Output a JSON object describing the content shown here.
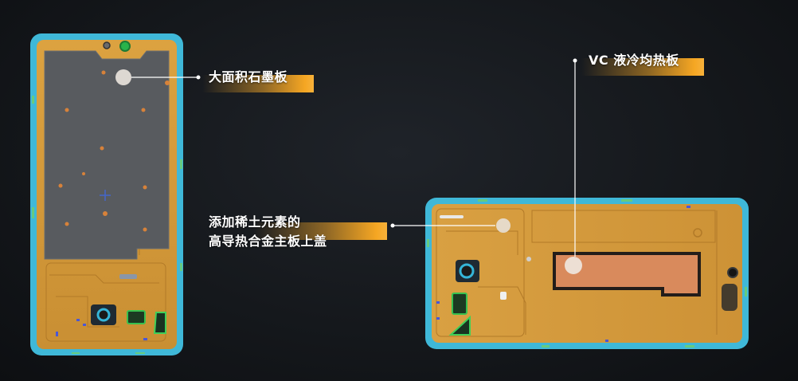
{
  "callouts": {
    "graphite": "大面积石墨板",
    "vc": "VC 液冷均热板",
    "alloy_line1": "添加稀土元素的",
    "alloy_line2": "高导热合金主板上盖"
  },
  "colors": {
    "frame_cyan": "#3fb8d8",
    "board_orange": "#d49a3a",
    "graphite_gray": "#585b5f",
    "copper_vc": "#d98a5c",
    "accent_orange": "#f5a623",
    "line_white": "#ffffff"
  }
}
